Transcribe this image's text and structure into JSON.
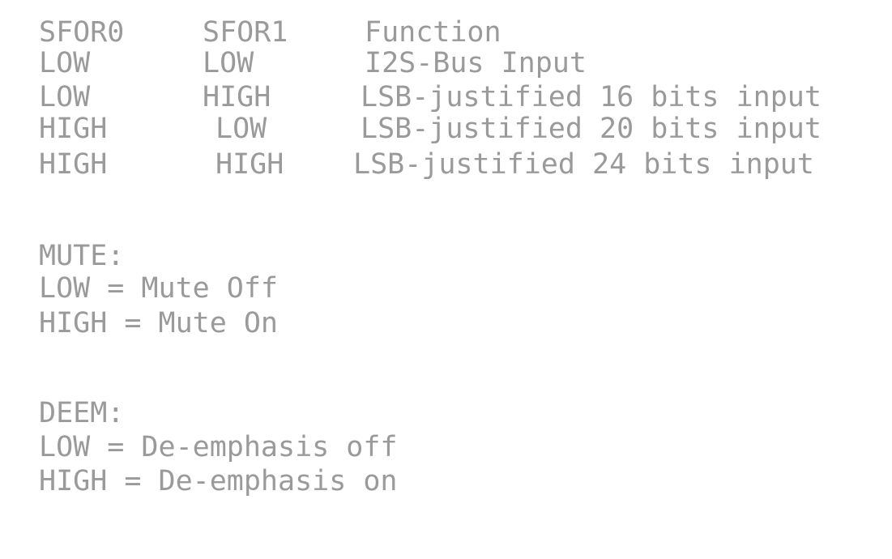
{
  "table": {
    "header": [
      "SFOR0",
      "SFOR1",
      "Function"
    ],
    "rows": [
      [
        "LOW",
        "LOW",
        "I2S-Bus Input"
      ],
      [
        "LOW",
        "HIGH",
        "LSB-justified 16 bits input"
      ],
      [
        "HIGH",
        "LOW",
        "LSB-justified 20 bits input"
      ],
      [
        "HIGH",
        "HIGH",
        "LSB-justified 24 bits input"
      ]
    ]
  },
  "mute": {
    "title": "MUTE:",
    "low": "LOW = Mute Off",
    "high": "HIGH = Mute On"
  },
  "deem": {
    "title": "DEEM:",
    "low": "LOW = De-emphasis off",
    "high": "HIGH = De-emphasis on"
  }
}
